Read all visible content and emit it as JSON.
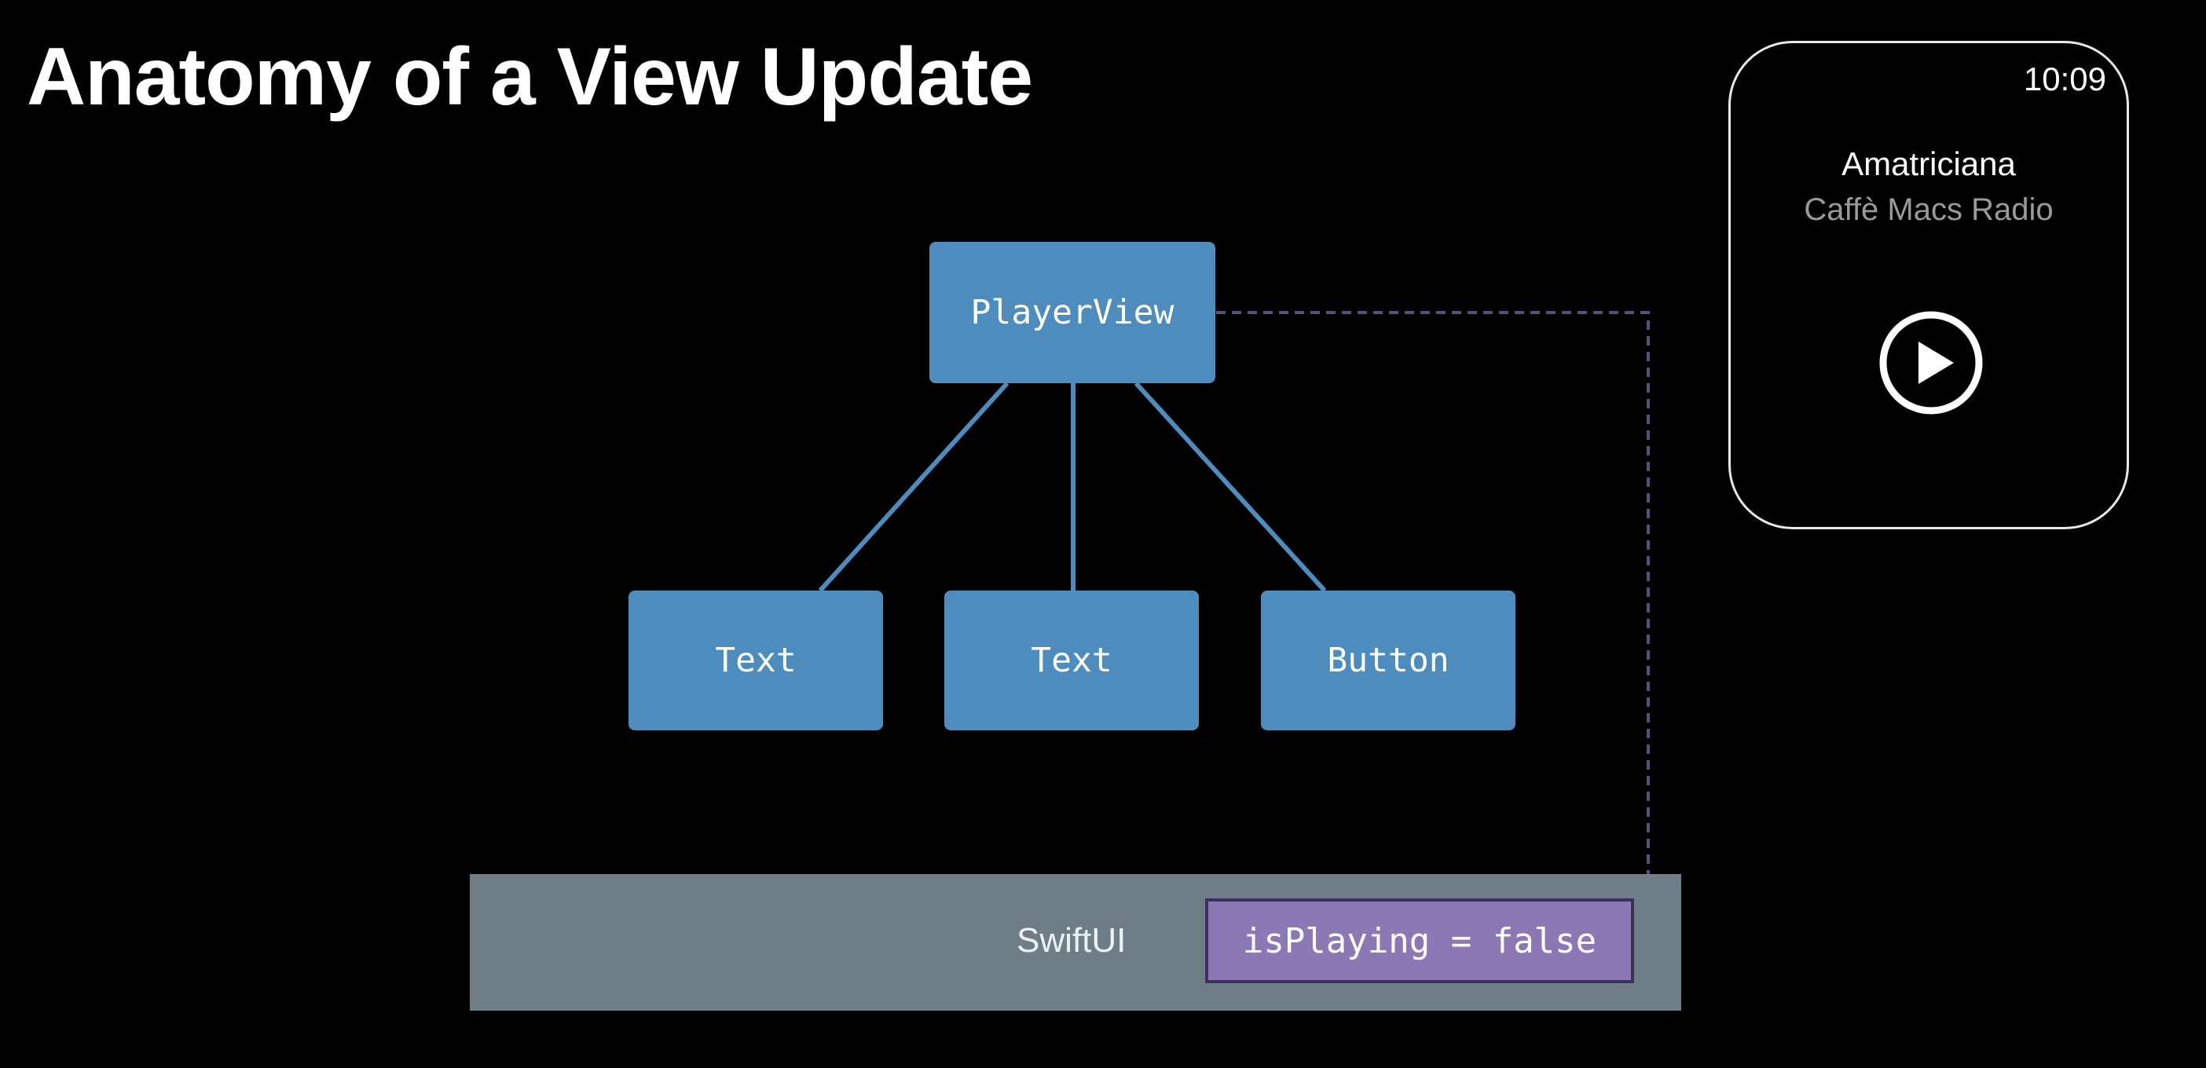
{
  "slide": {
    "title": "Anatomy of a View Update"
  },
  "diagram": {
    "root": {
      "label": "PlayerView"
    },
    "children": [
      {
        "label": "Text"
      },
      {
        "label": "Text"
      },
      {
        "label": "Button"
      }
    ],
    "framework_label": "SwiftUI",
    "state_label": "isPlaying = false"
  },
  "watch": {
    "time": "10:09",
    "song": "Amatriciana",
    "station": "Caffè Macs Radio",
    "play_icon": "play-circle-icon"
  },
  "colors": {
    "background": "#000000",
    "node": "#4d8cbc",
    "connector": "#4d8cbc",
    "dependency_line": "#5a5078",
    "framework_bar": "#6e7d86",
    "state_fill": "#8b78b4",
    "state_border": "#3b2f5c"
  }
}
